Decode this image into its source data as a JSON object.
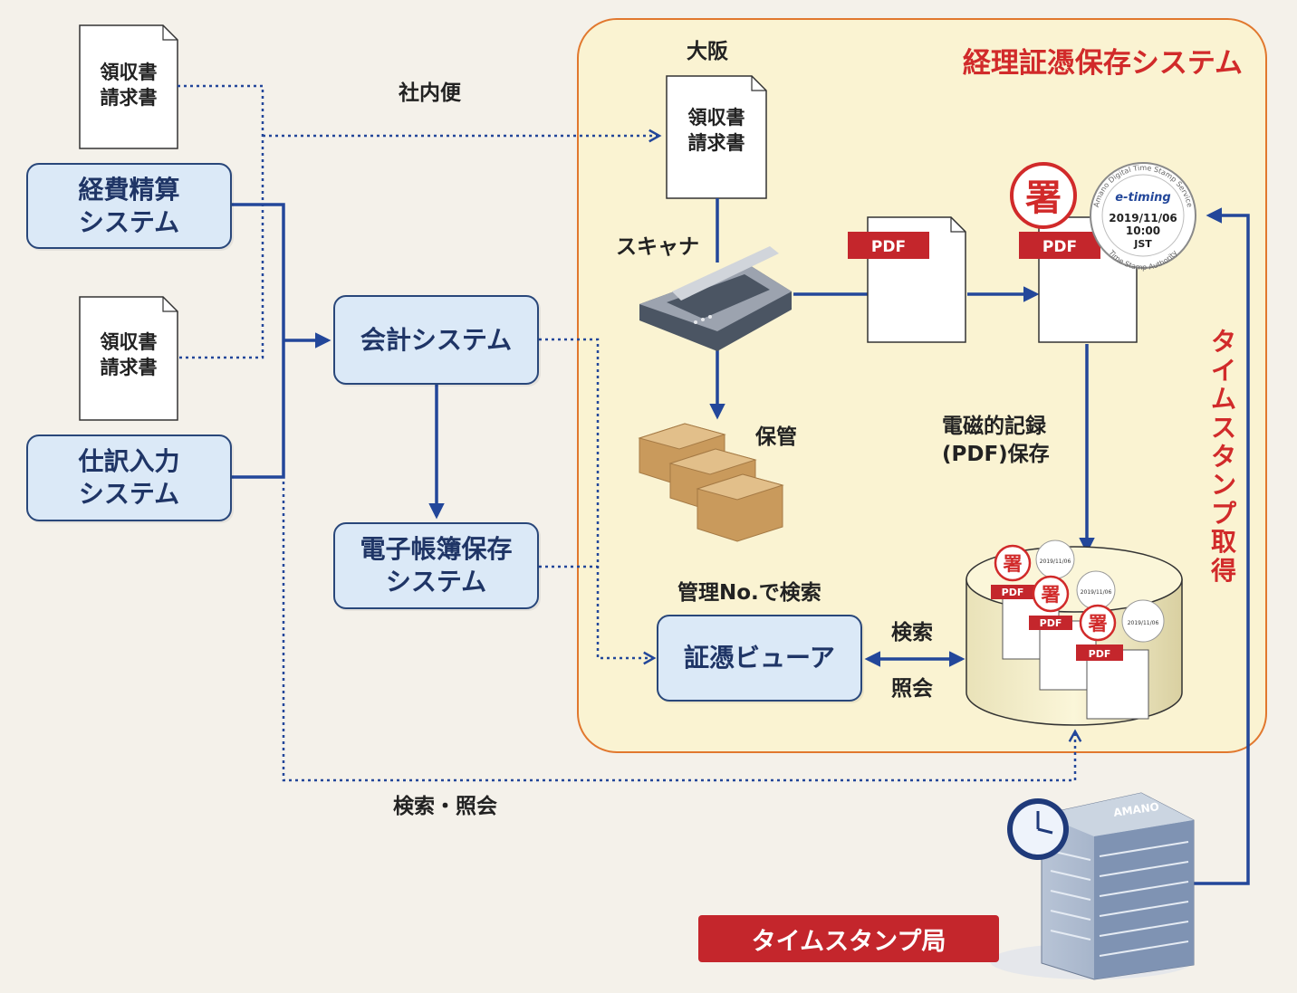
{
  "region": {
    "title": "経理証憑保存システム",
    "location": "大阪"
  },
  "documents": {
    "receipt_invoice_1": "領収書\n請求書",
    "receipt_invoice_2": "領収書\n請求書",
    "receipt_invoice_osaka": "領収書\n請求書"
  },
  "systems": {
    "expense": "経費精算\nシステム",
    "journal": "仕訳入力\nシステム",
    "accounting": "会計システム",
    "ledger": "電子帳簿保存\nシステム",
    "viewer": "証憑ビューア"
  },
  "labels": {
    "internal_mail": "社内便",
    "scanner": "スキャナ",
    "storage": "保管",
    "electronic_record": "電磁的記録\n(PDF)保存",
    "search_by_no": "管理No.で検索",
    "search": "検索",
    "reference": "照会",
    "search_reference": "検索・照会",
    "timestamp_acquire": "タイムスタンプ取得"
  },
  "pdf_label": "PDF",
  "signature_char": "署",
  "timestamp_seal": {
    "brand": "e-timing",
    "date": "2019/11/06",
    "time": "10:00",
    "zone": "JST",
    "ring_top": "Amano Digital Time Stamp Service",
    "ring_bottom": "Time Stamp Authority"
  },
  "building_sign": "AMANO",
  "timestamp_station": "タイムスタンプ局",
  "colors": {
    "arrow": "#23479a",
    "accent_red": "#d12a2a",
    "border_orange": "#e1782e"
  }
}
